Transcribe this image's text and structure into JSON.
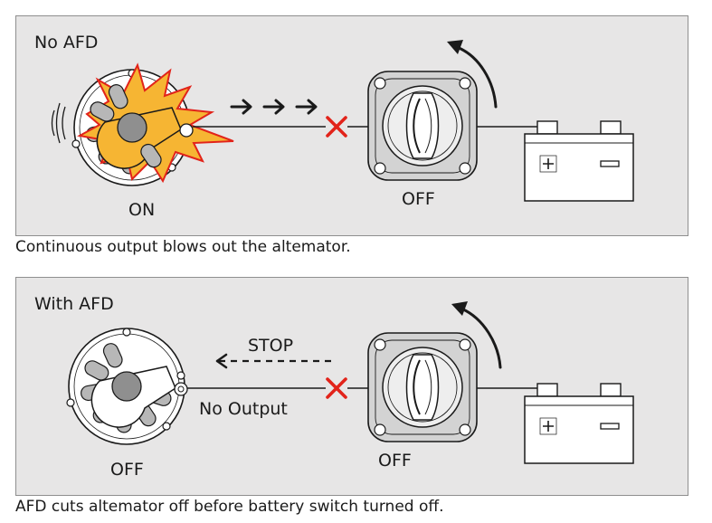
{
  "panels": [
    {
      "title": "No AFD",
      "alternator_label": "ON",
      "switch_label": "OFF",
      "caption": "Continuous output blows out the altemator."
    },
    {
      "title": "With AFD",
      "alternator_label": "OFF",
      "switch_label": "OFF",
      "stop_label": "STOP",
      "no_output_label": "No Output",
      "caption": "AFD cuts altemator off before battery switch turned off."
    }
  ],
  "colors": {
    "panel_bg": "#e7e6e6",
    "explosion_fill": "#f6b533",
    "explosion_outline": "#e2231a",
    "cross_mark": "#e2231a",
    "line": "#1a1a1a"
  },
  "icons": [
    "alternator-icon",
    "explosion-icon",
    "battery-switch-icon",
    "battery-icon",
    "cross-mark-icon",
    "arrow-icon"
  ]
}
